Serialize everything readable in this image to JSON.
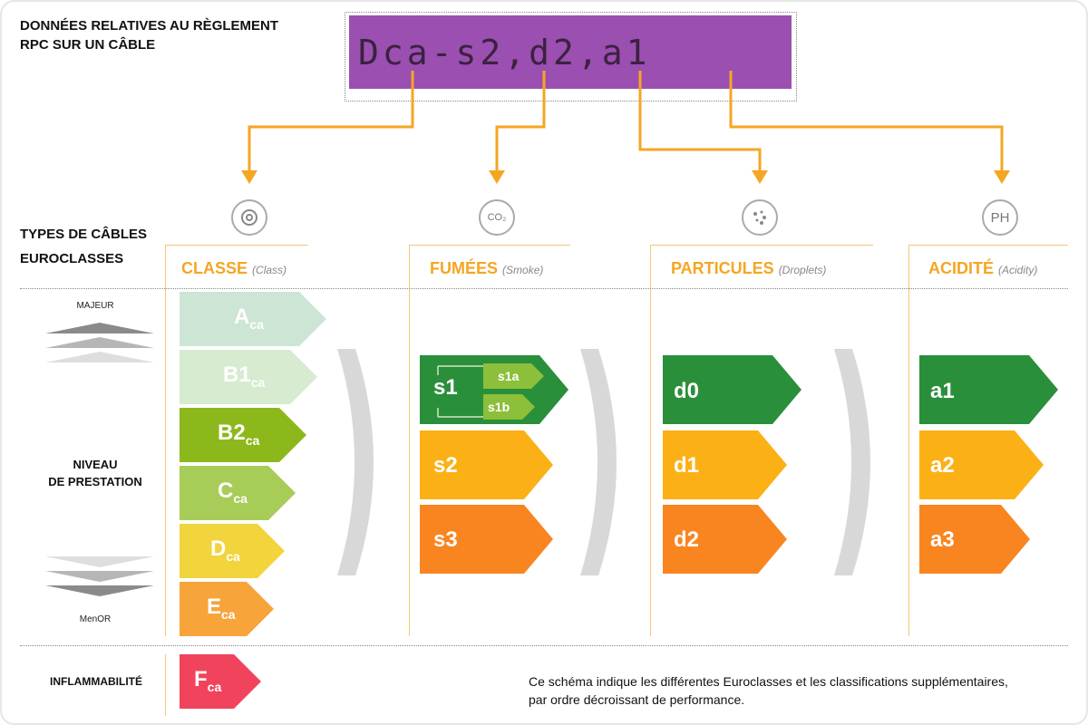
{
  "header": {
    "title_line1": "DONNÉES RELATIVES AU RÈGLEMENT",
    "title_line2": "RPC SUR UN CÂBLE"
  },
  "cable": {
    "marking": "Dca-s2,d2,a1"
  },
  "row_labels": {
    "types_line1": "TYPES DE CÂBLES",
    "types_line2": "EUROCLASSES",
    "majeur": "MAJEUR",
    "niveau_line1": "NIVEAU",
    "niveau_line2": "DE PRESTATION",
    "menor": "MenOR",
    "inflammabilite": "INFLAMMABILITÉ"
  },
  "columns": [
    {
      "title": "CLASSE",
      "subtitle": "(Class)",
      "icon": "fire-cable-icon"
    },
    {
      "title": "FUMÉES",
      "subtitle": "(Smoke)",
      "icon": "co2-smoke-icon",
      "icon_text": "CO₂"
    },
    {
      "title": "PARTICULES",
      "subtitle": "(Droplets)",
      "icon": "droplets-icon"
    },
    {
      "title": "ACIDITÉ",
      "subtitle": "(Acidity)",
      "icon": "ph-icon",
      "icon_text": "PH"
    }
  ],
  "classes": [
    {
      "main": "A",
      "sub": "ca",
      "color": "#cde5d5"
    },
    {
      "main": "B1",
      "sub": "ca",
      "color": "#d6ebcf"
    },
    {
      "main": "B2",
      "sub": "ca",
      "color": "#8db81c"
    },
    {
      "main": "C",
      "sub": "ca",
      "color": "#a8cc58"
    },
    {
      "main": "D",
      "sub": "ca",
      "color": "#f2d43c"
    },
    {
      "main": "E",
      "sub": "ca",
      "color": "#f7a43b"
    }
  ],
  "flammability": {
    "main": "F",
    "sub": "ca",
    "color": "#f1445c"
  },
  "smoke": [
    {
      "label": "s1",
      "color": "#2a8f3a"
    },
    {
      "label": "s2",
      "color": "#fbb116"
    },
    {
      "label": "s3",
      "color": "#f98520"
    }
  ],
  "smoke_sub": [
    {
      "label": "s1a"
    },
    {
      "label": "s1b"
    }
  ],
  "droplets": [
    {
      "label": "d0",
      "color": "#2a8f3a"
    },
    {
      "label": "d1",
      "color": "#fbb116"
    },
    {
      "label": "d2",
      "color": "#f98520"
    }
  ],
  "acidity": [
    {
      "label": "a1",
      "color": "#2a8f3a"
    },
    {
      "label": "a2",
      "color": "#fbb116"
    },
    {
      "label": "a3",
      "color": "#f98520"
    }
  ],
  "colors": {
    "accent": "#f5a623",
    "sub_green": "#8cbf3a",
    "chevron": "#d8d8d8",
    "cable": "#9b4fb1"
  },
  "footer": {
    "note_line1": "Ce schéma indique les différentes Euroclasses et les classifications supplémentaires,",
    "note_line2": "par ordre décroissant de performance."
  }
}
